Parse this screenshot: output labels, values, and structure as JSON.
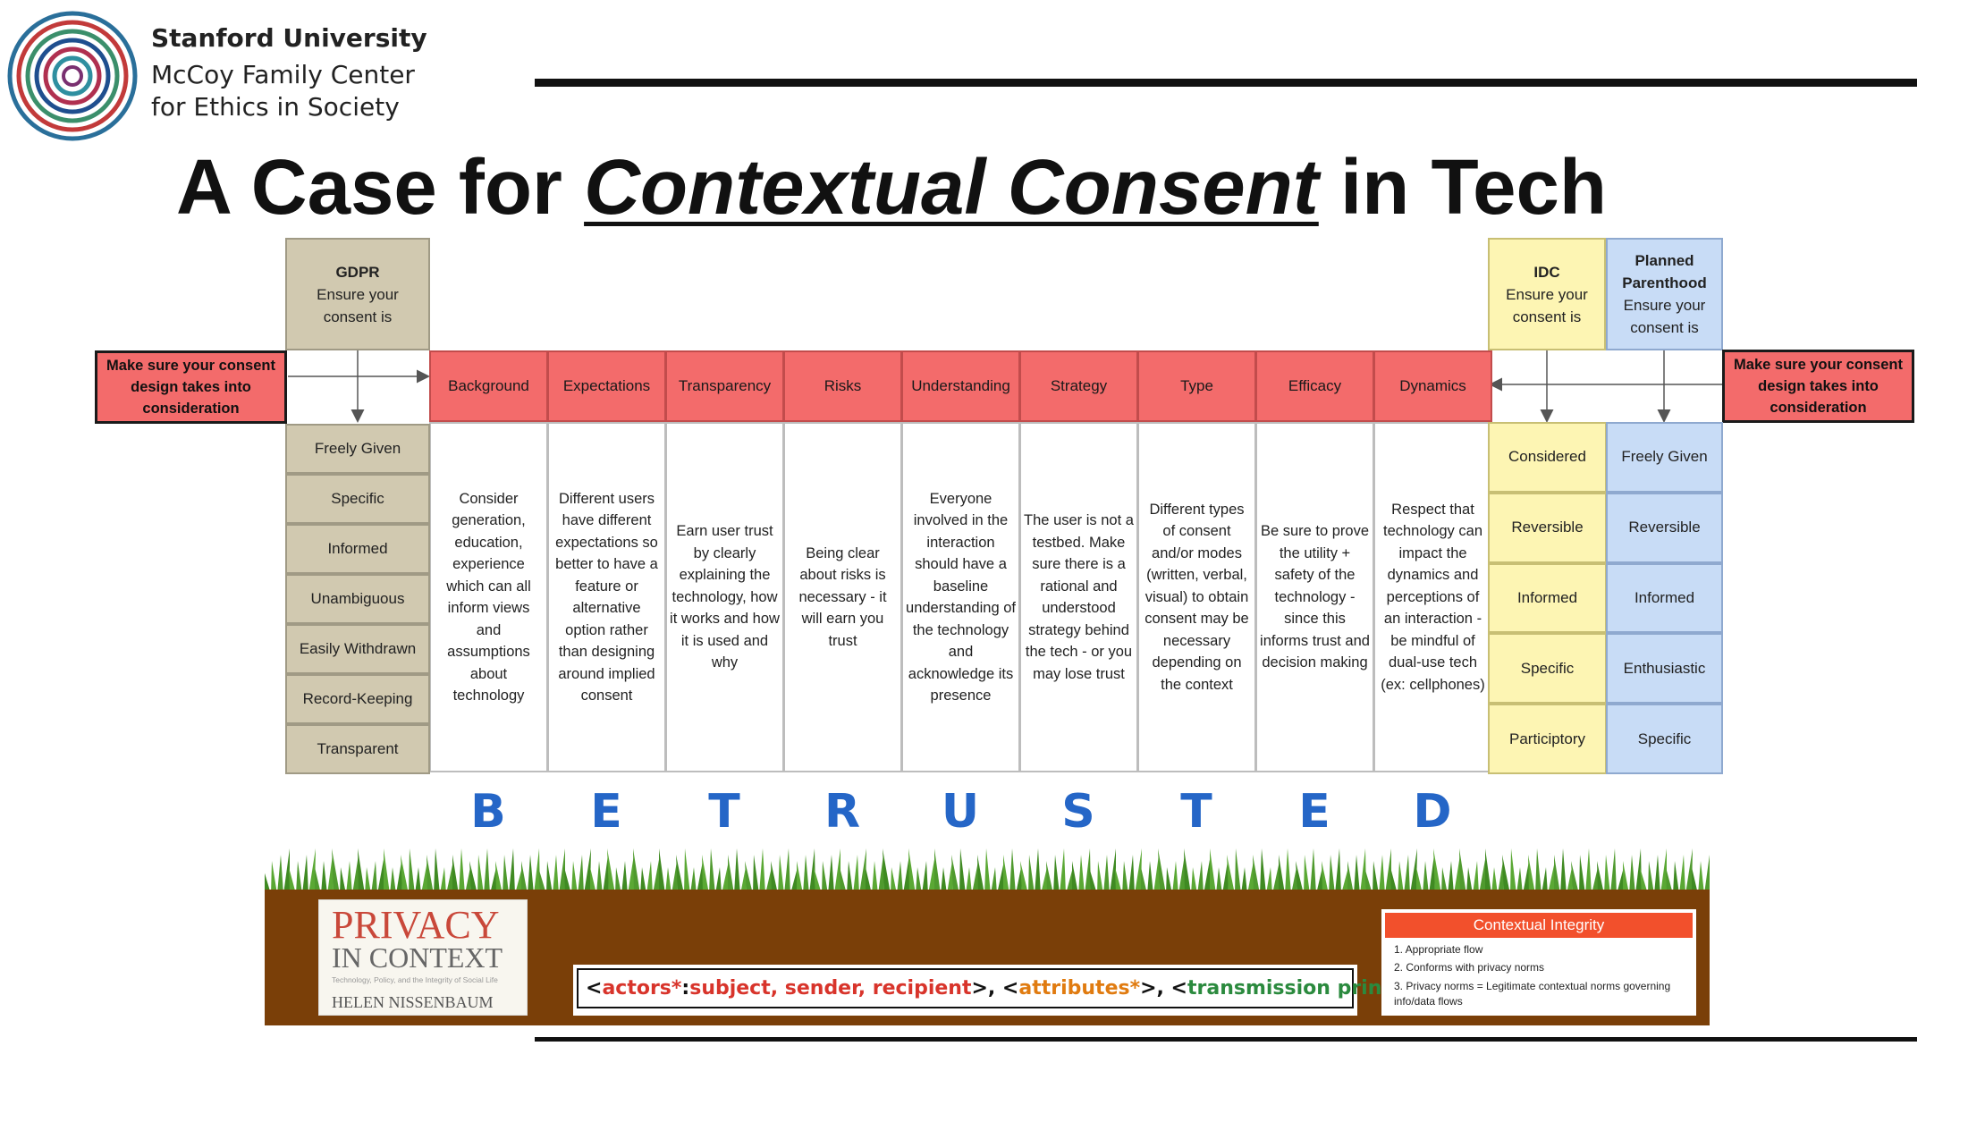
{
  "logo": {
    "university": "Stanford University",
    "center_line1": "McCoy Family Center",
    "center_line2": "for Ethics in Society"
  },
  "title": {
    "part1": "A Case for ",
    "emphasis": "Contextual Consent",
    "part2": " in Tech"
  },
  "side_note_left": "Make sure your consent design takes into consideration",
  "side_note_right": "Make sure your consent design takes into consideration",
  "gdpr": {
    "heading": "GDPR",
    "subheading": "Ensure your consent  is",
    "items": [
      "Freely Given",
      "Specific",
      "Informed",
      "Unambiguous",
      "Easily Withdrawn",
      "Record-Keeping",
      "Transparent"
    ]
  },
  "idc": {
    "heading": "IDC",
    "subheading": "Ensure your consent is",
    "items": [
      "Considered",
      "Reversible",
      "Informed",
      "Specific",
      "Participtory"
    ]
  },
  "planned_parenthood": {
    "heading": "Planned Parenthood",
    "subheading": "Ensure your consent  is",
    "items": [
      "Freely Given",
      "Reversible",
      "Informed",
      "Enthusiastic",
      "Specific"
    ]
  },
  "factors": [
    {
      "label": "Background",
      "letter": "B",
      "description": "Consider generation, education, experience which can all inform views and assumptions about technology"
    },
    {
      "label": "Expectations",
      "letter": "E",
      "description": "Different users have different expectations so better to have a feature or alternative option rather than designing around implied consent"
    },
    {
      "label": "Transparency",
      "letter": "T",
      "description": "Earn user trust by clearly explaining the technology, how it works and how it is used and why"
    },
    {
      "label": "Risks",
      "letter": "R",
      "description": "Being clear about risks is necessary -  it will earn you trust"
    },
    {
      "label": "Understanding",
      "letter": "U",
      "description": "Everyone involved in the interaction should have a baseline understanding of the technology and acknowledge its presence"
    },
    {
      "label": "Strategy",
      "letter": "S",
      "description": "The user is not a testbed. Make sure there is a rational and understood strategy behind the tech -  or you may lose trust"
    },
    {
      "label": "Type",
      "letter": "T",
      "description": "Different types of consent and/or modes (written, verbal, visual) to obtain consent may be necessary depending on the context"
    },
    {
      "label": "Efficacy",
      "letter": "E",
      "description": "Be sure to prove the utility + safety of the technology - since this informs trust and decision making"
    },
    {
      "label": "Dynamics",
      "letter": "D",
      "description": "Respect that technology can impact the dynamics and perceptions of an interaction - be mindful of dual-use tech (ex: cellphones)"
    }
  ],
  "book": {
    "title_line1": "PRIVACY",
    "title_line2": "IN CONTEXT",
    "subtitle": "Technology, Policy, and the Integrity of Social Life",
    "author": "HELEN NISSENBAUM"
  },
  "formula": {
    "open1": "<",
    "actors": "actors*",
    "colon": ": ",
    "actors_detail": "subject, sender, recipient",
    "close1": ">, <",
    "attributes": "attributes*",
    "close2": ">, <",
    "principle": "transmission principle",
    "close3": ">"
  },
  "contextual_integrity": {
    "heading": "Contextual Integrity",
    "items": [
      "1. Appropriate flow",
      "2. Conforms with privacy norms",
      "3. Privacy norms = Legitimate contextual norms governing info/data flows"
    ]
  },
  "colors": {
    "header_red": "#f36b6b",
    "gdpr_tan": "#d1c9b0",
    "idc_yellow": "#fdf5b3",
    "pp_blue": "#c8dcf6",
    "letter_blue": "#2566c7",
    "soil_brown": "#7a3f08",
    "grass_green": "#4f9a2e"
  }
}
